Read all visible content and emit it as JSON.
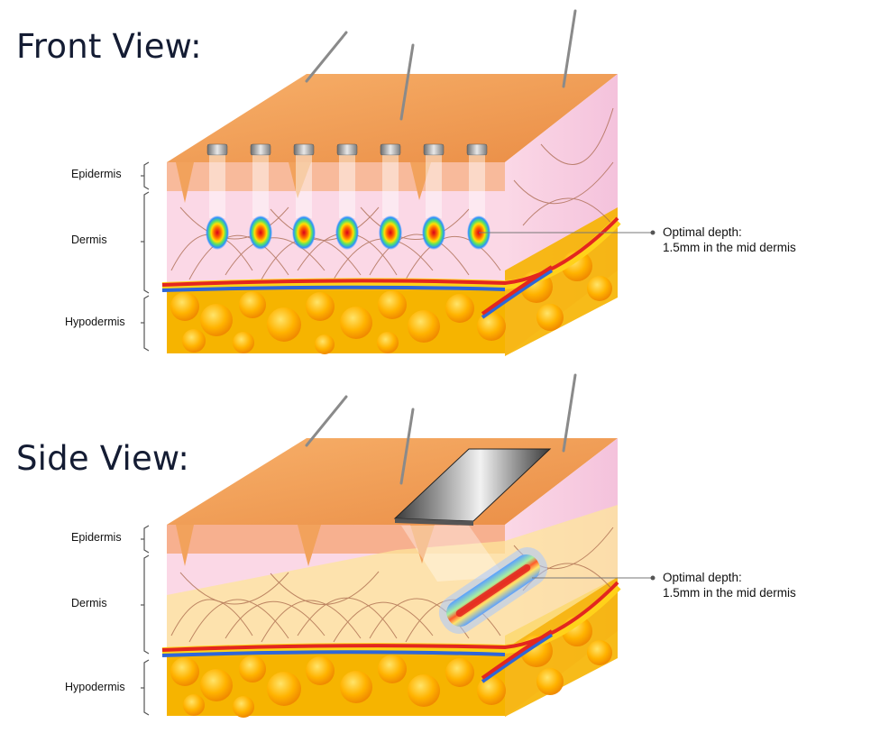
{
  "front": {
    "title": "Front View:",
    "labels": {
      "epidermis": "Epidermis",
      "dermis": "Dermis",
      "hypodermis": "Hypodermis"
    },
    "callout": {
      "line1": "Optimal depth:",
      "line2": "1.5mm in the mid dermis"
    }
  },
  "side": {
    "title": "Side View:",
    "labels": {
      "epidermis": "Epidermis",
      "dermis": "Dermis",
      "hypodermis": "Hypodermis"
    },
    "callout": {
      "line1": "Optimal depth:",
      "line2": "1.5mm in the mid dermis"
    }
  },
  "colors": {
    "skin_top": "#f2a25c",
    "epidermis": "#f7b08f",
    "dermis": "#fbd3e3",
    "fat": "#f6b400",
    "artery": "#e3261f",
    "vein": "#2e66d8",
    "text": "#141c33"
  }
}
